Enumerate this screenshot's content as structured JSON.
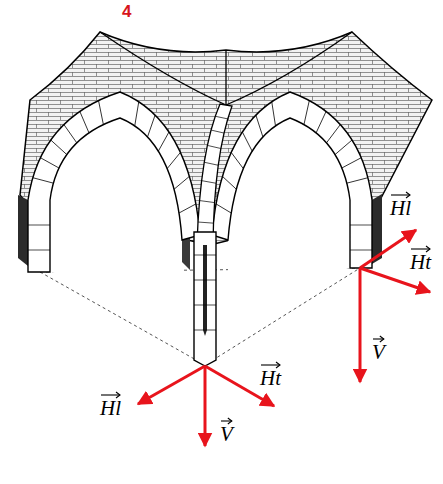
{
  "diagram": {
    "labels": [
      "4",
      "Hl",
      "Ht",
      "V",
      "Hl",
      "Ht",
      "V"
    ]
  }
}
